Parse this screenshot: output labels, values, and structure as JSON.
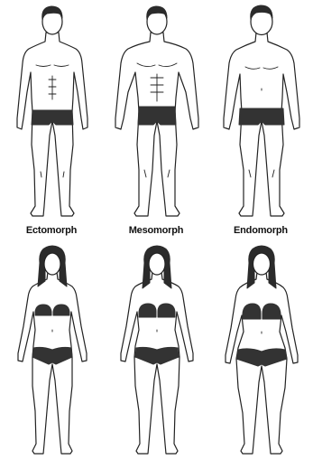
{
  "labels": [
    "Ectomorph",
    "Mesomorph",
    "Endomorph"
  ],
  "colors": {
    "ink": "#222222",
    "hair": "#2b2b2b",
    "garment": "#333333",
    "skin": "#ffffff",
    "background": "#ffffff",
    "label": "#111111"
  },
  "rows": [
    {
      "name": "male",
      "figures": [
        {
          "type": "ectomorph",
          "icon": "male-ectomorph-figure-icon"
        },
        {
          "type": "mesomorph",
          "icon": "male-mesomorph-figure-icon"
        },
        {
          "type": "endomorph",
          "icon": "male-endomorph-figure-icon"
        }
      ]
    },
    {
      "name": "female",
      "figures": [
        {
          "type": "ectomorph",
          "icon": "female-ectomorph-figure-icon"
        },
        {
          "type": "mesomorph",
          "icon": "female-mesomorph-figure-icon"
        },
        {
          "type": "endomorph",
          "icon": "female-endomorph-figure-icon"
        }
      ]
    }
  ]
}
